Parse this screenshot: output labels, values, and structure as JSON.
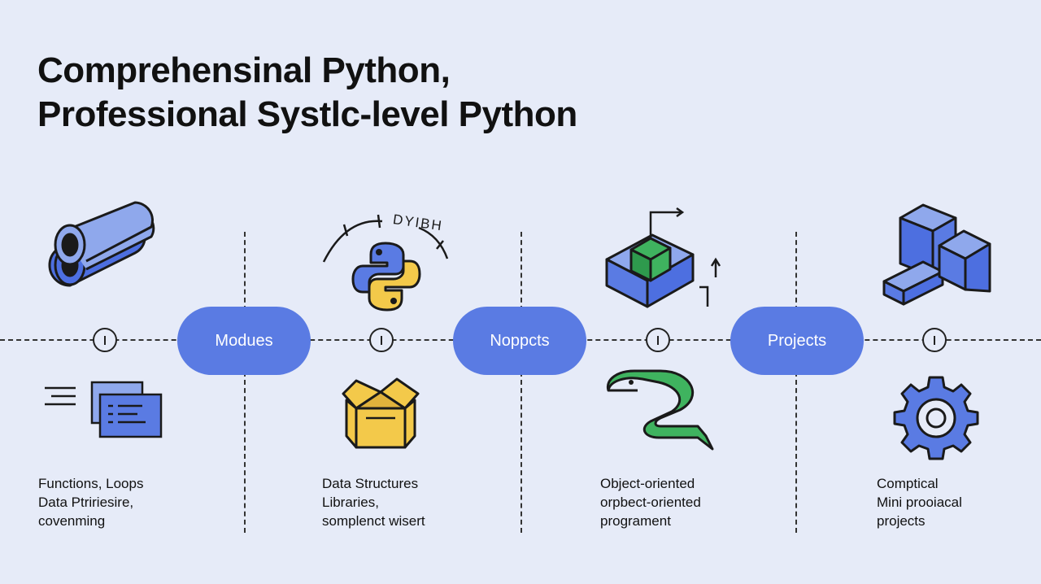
{
  "title": {
    "line1": "Comprehensinal Python,",
    "line2": "Professional Systlc-level Python"
  },
  "pills": [
    {
      "label": "Modues"
    },
    {
      "label": "Noppcts"
    },
    {
      "label": "Projects"
    }
  ],
  "stages": [
    {
      "lines": [
        "Functions, Loops",
        "Data Ptririesire,",
        "covenming"
      ],
      "top_icon": "pipes-icon",
      "bottom_icon": "code-window-icon"
    },
    {
      "lines": [
        "Data Structures",
        "Libraries,",
        "somplenct wisert"
      ],
      "top_icon": "python-logo-icon",
      "bottom_icon": "open-box-icon",
      "arc_label": "DYIBH"
    },
    {
      "lines": [
        "Object-oriented",
        "orpbect-oriented",
        "programent"
      ],
      "top_icon": "3d-box-icon",
      "bottom_icon": "snake-icon"
    },
    {
      "lines": [
        "Comptical",
        "Mini prooiacal",
        "projects"
      ],
      "top_icon": "cubes-icon",
      "bottom_icon": "gear-icon"
    }
  ],
  "colors": {
    "background": "#e6ebf8",
    "accent_blue": "#5a7be3",
    "python_yellow": "#f3c94a",
    "snake_green": "#3fb35f"
  }
}
